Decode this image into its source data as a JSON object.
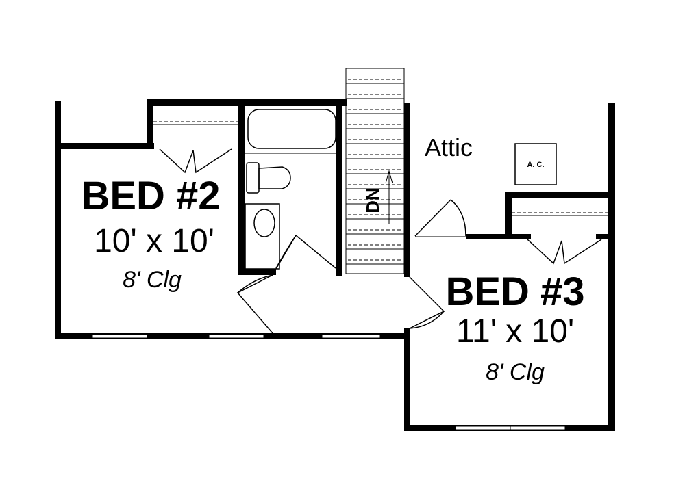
{
  "rooms": [
    {
      "name": "BED #2",
      "size": "10' x 10'",
      "ceiling": "8' Clg"
    },
    {
      "name": "BED #3",
      "size": "11' x 10'",
      "ceiling": "8' Clg"
    }
  ],
  "labels": {
    "attic": "Attic",
    "stair": "DN",
    "ac_unit": "A. C."
  }
}
